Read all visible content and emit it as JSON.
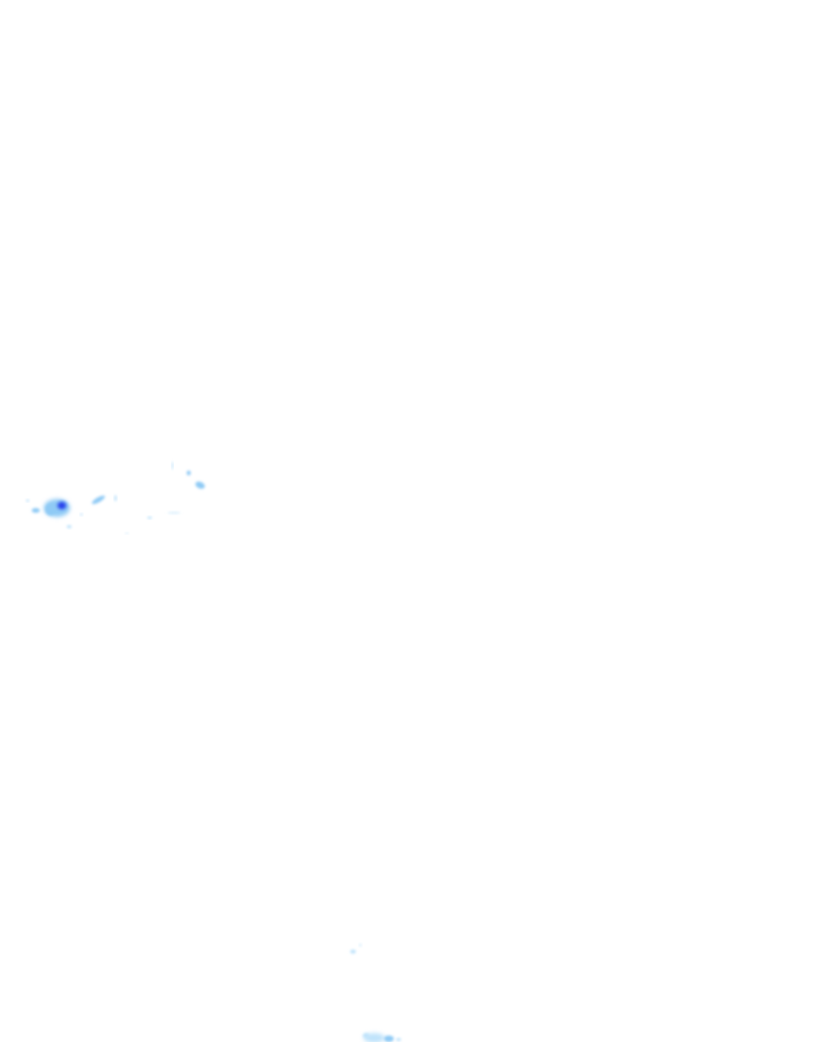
{
  "map": {
    "background_color": "#ffffff",
    "layer": "precipitation-radar",
    "echo_colors": {
      "light": "#bfe3fb",
      "moderate": "#8fcaf5",
      "heavy": "#3a5cf0",
      "intense": "#1f2ee6"
    },
    "echo_clusters": [
      {
        "id": "west-cluster",
        "intensity": "intense"
      },
      {
        "id": "central-west-streaks",
        "intensity": "light"
      },
      {
        "id": "south-central-spots",
        "intensity": "light"
      },
      {
        "id": "south-edge-cluster",
        "intensity": "moderate"
      }
    ]
  }
}
